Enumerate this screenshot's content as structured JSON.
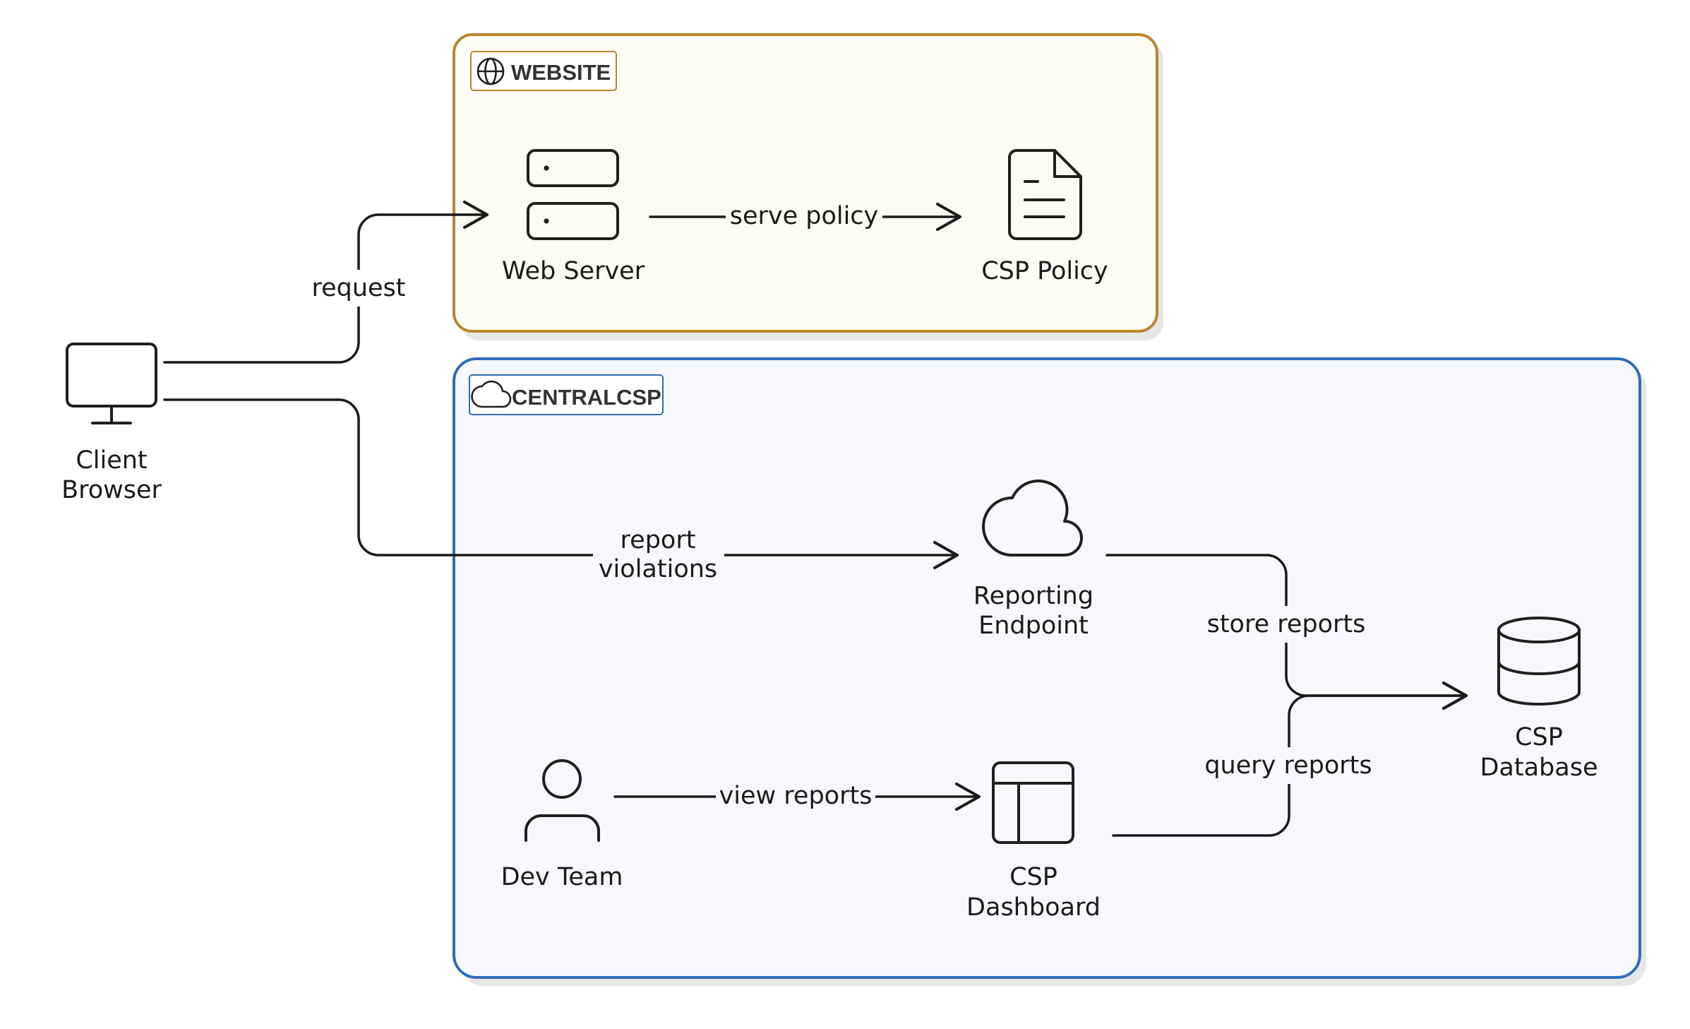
{
  "colors": {
    "website_border": "#b8862b",
    "website_fill": "#fcfbf6",
    "centralcsp_border": "#2f6db5",
    "centralcsp_fill": "#f6f8fc",
    "line": "#1a1a1a",
    "text": "#1a1a1a"
  },
  "groups": {
    "website": {
      "label": "WEBSITE",
      "icon": "globe-icon"
    },
    "centralcsp": {
      "label": "CENTRALCSP",
      "icon": "cloud-icon"
    }
  },
  "nodes": {
    "client_browser": {
      "line1": "Client",
      "line2": "Browser",
      "icon": "monitor-icon"
    },
    "web_server": {
      "label": "Web Server",
      "icon": "server-icon"
    },
    "csp_policy": {
      "label": "CSP Policy",
      "icon": "document-icon"
    },
    "reporting_endpoint": {
      "line1": "Reporting",
      "line2": "Endpoint",
      "icon": "cloud-icon"
    },
    "csp_database": {
      "line1": "CSP",
      "line2": "Database",
      "icon": "database-icon"
    },
    "dev_team": {
      "label": "Dev Team",
      "icon": "user-icon"
    },
    "csp_dashboard": {
      "line1": "CSP",
      "line2": "Dashboard",
      "icon": "dashboard-icon"
    }
  },
  "edges": {
    "request": {
      "label": "request"
    },
    "serve_policy": {
      "label": "serve policy"
    },
    "report_violations": {
      "line1": "report",
      "line2": "violations"
    },
    "store_reports": {
      "label": "store reports"
    },
    "query_reports": {
      "label": "query reports"
    },
    "view_reports": {
      "label": "view reports"
    }
  }
}
